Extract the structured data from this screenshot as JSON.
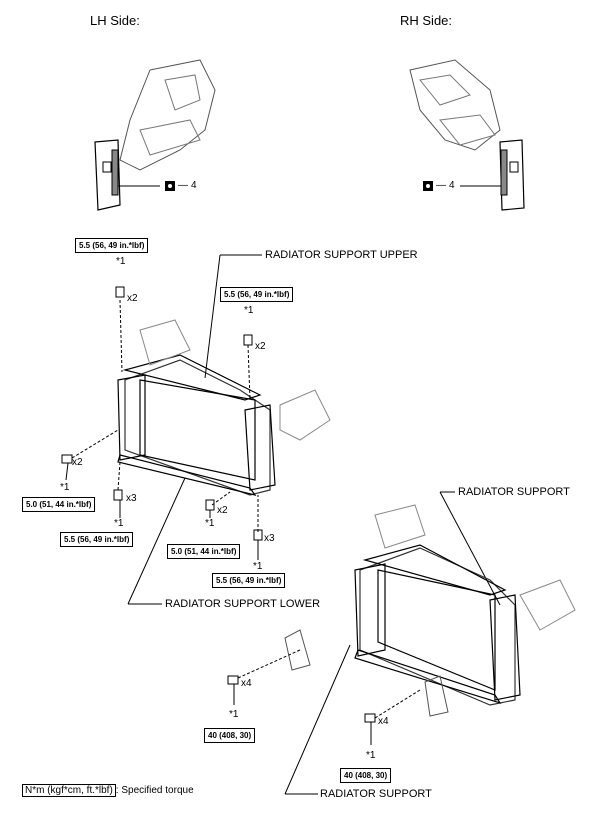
{
  "sides": {
    "lh": "LH Side:",
    "rh": "RH Side:"
  },
  "callout_lh": "4",
  "callout_rh": "4",
  "labels": {
    "upper": "RADIATOR SUPPORT UPPER",
    "lower": "RADIATOR SUPPORT LOWER",
    "support_top": "RADIATOR SUPPORT",
    "support_bottom": "RADIATOR SUPPORT"
  },
  "torques": {
    "t1": "5.5 (56, 49 in.*lbf)",
    "t2": "5.5 (56, 49 in.*lbf)",
    "t3": "5.0 (51, 44 in.*lbf)",
    "t4": "5.5 (56, 49 in.*lbf)",
    "t5": "5.0 (51, 44 in.*lbf)",
    "t6": "5.5 (56, 49 in.*lbf)",
    "t7": "40 (408, 30)",
    "t8": "40 (408, 30)"
  },
  "star_note": "*1",
  "multipliers": {
    "m1": "x2",
    "m2": "x2",
    "m3": "x2",
    "m4": "x3",
    "m5": "x2",
    "m6": "x3",
    "m7": "x4",
    "m8": "x4"
  },
  "legend": {
    "unit": "N*m (kgf*cm, ft.*lbf)",
    "text": ": Specified torque"
  }
}
